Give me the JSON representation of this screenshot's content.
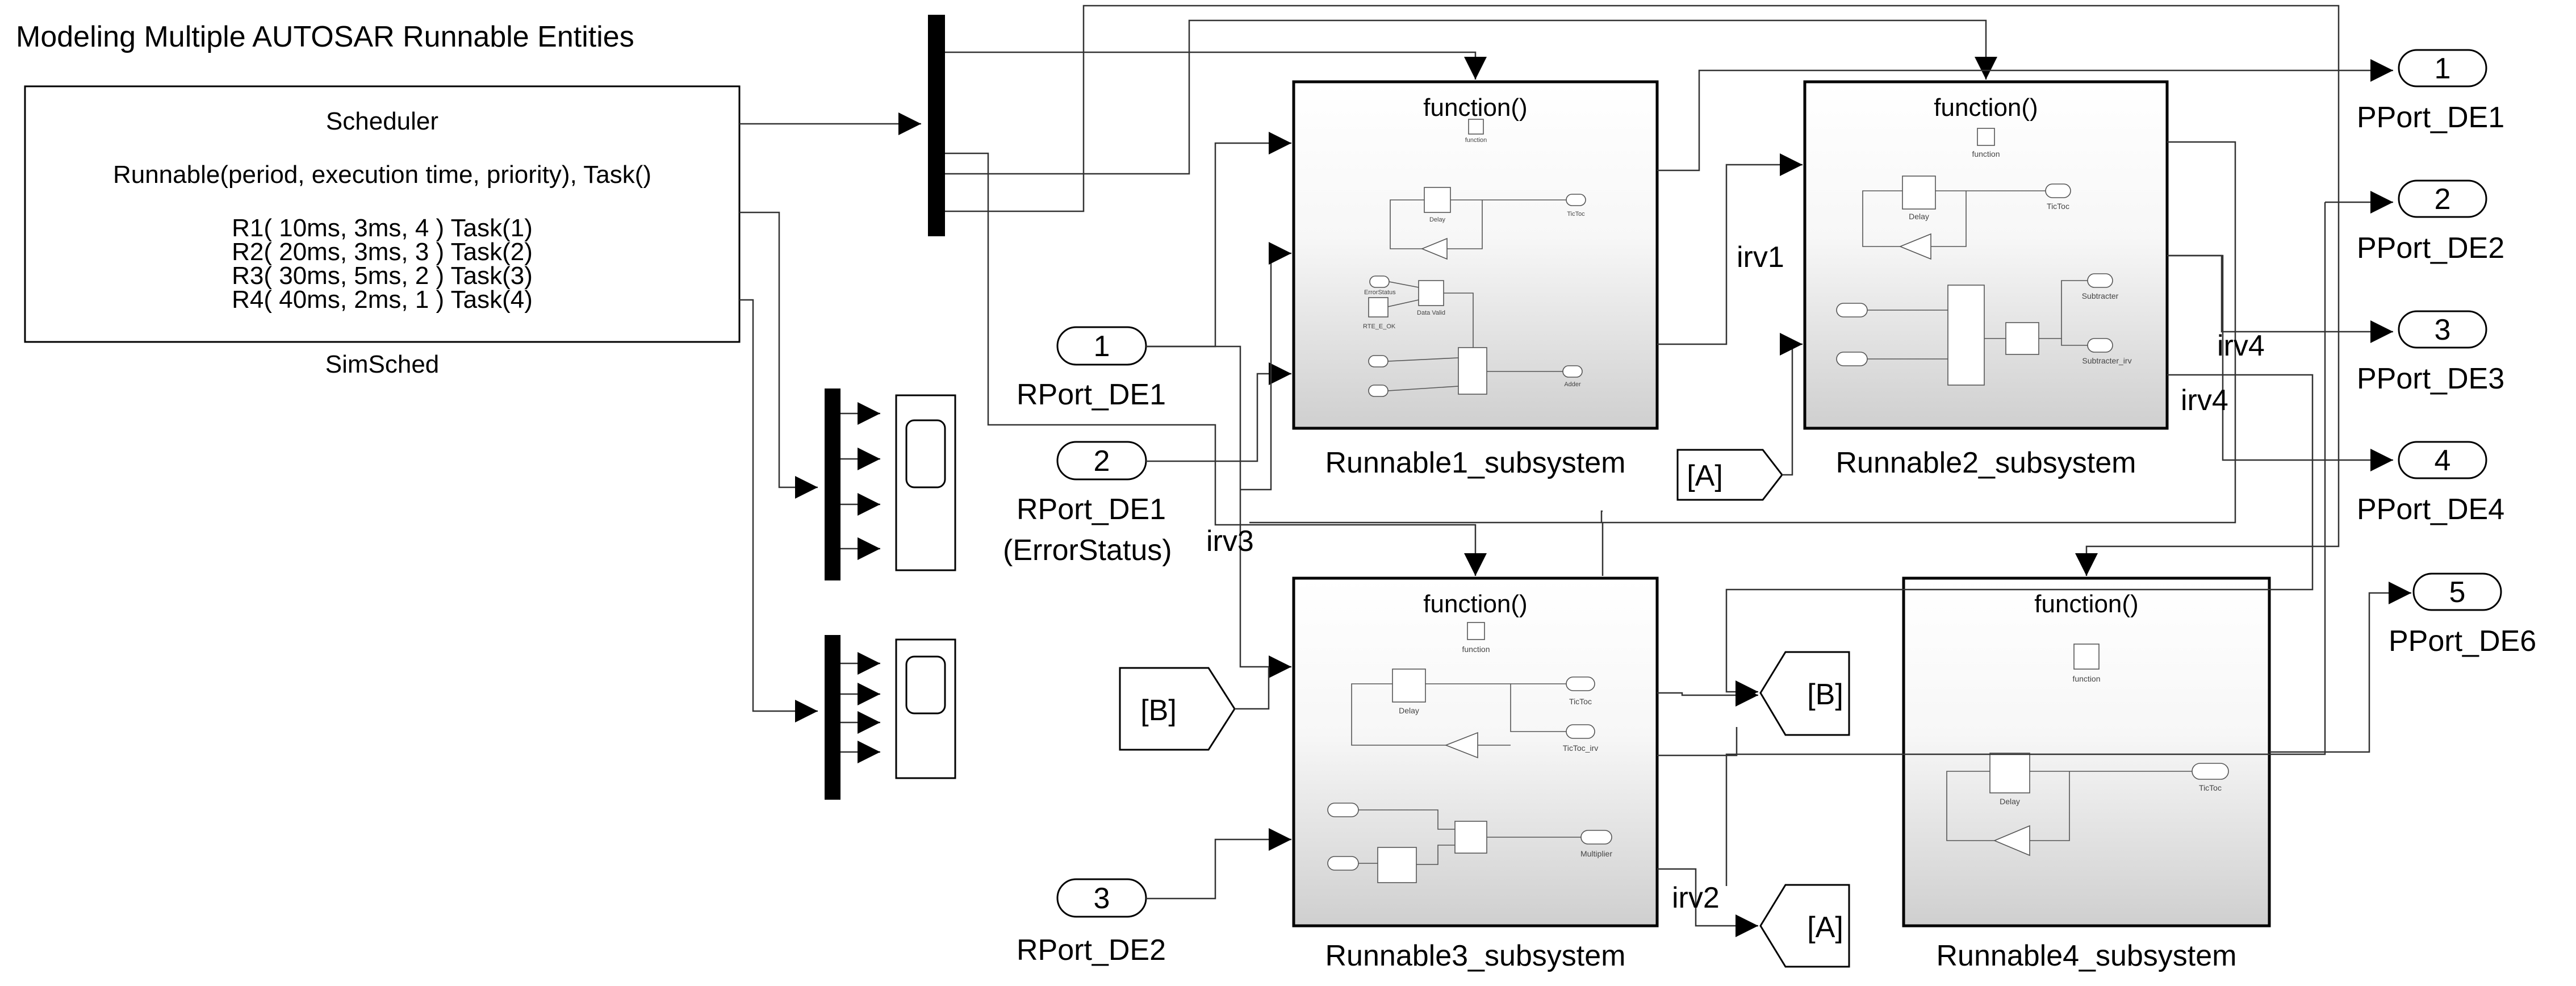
{
  "title": "Modeling Multiple AUTOSAR Runnable Entities",
  "scheduler": {
    "name": "SimSched",
    "heading": "Scheduler",
    "signature": "Runnable(period, execution time, priority), Task()",
    "runnables": [
      "R1( 10ms, 3ms, 4 ) Task(1)",
      "R2( 20ms, 3ms, 3 ) Task(2)",
      "R3( 30ms, 5ms, 2 ) Task(3)",
      "R4( 40ms, 2ms, 1 ) Task(4)"
    ]
  },
  "inports": [
    {
      "number": "1",
      "label": "RPort_DE1",
      "sublabel": ""
    },
    {
      "number": "2",
      "label": "RPort_DE1",
      "sublabel": "(ErrorStatus)"
    },
    {
      "number": "3",
      "label": "RPort_DE2",
      "sublabel": ""
    }
  ],
  "outports": [
    {
      "number": "1",
      "label": "PPort_DE1"
    },
    {
      "number": "2",
      "label": "PPort_DE2"
    },
    {
      "number": "3",
      "label": "PPort_DE3"
    },
    {
      "number": "4",
      "label": "PPort_DE4"
    },
    {
      "number": "5",
      "label": "PPort_DE6"
    }
  ],
  "goto_from": {
    "from_A": "[A]",
    "from_B": "[B]",
    "goto_B": "[B]",
    "goto_A": "[A]"
  },
  "signal_labels": {
    "irv1": "irv1",
    "irv2": "irv2",
    "irv3": "irv3",
    "irv4_a": "irv4",
    "irv4_b": "irv4"
  },
  "subsystems": [
    {
      "name": "Runnable1_subsystem",
      "trigger": "function()",
      "trigger_port": "function",
      "blocks": {
        "delay": "Delay",
        "out1": "TicToc",
        "in_err": "ErrorStatus",
        "const": "RTE_E_OK",
        "valid": "Data Valid",
        "out2": "Adder"
      }
    },
    {
      "name": "Runnable2_subsystem",
      "trigger": "function()",
      "trigger_port": "function",
      "blocks": {
        "delay": "Delay",
        "out1": "TicToc",
        "out2": "Subtracter",
        "out3": "Subtracter_irv"
      }
    },
    {
      "name": "Runnable3_subsystem",
      "trigger": "function()",
      "trigger_port": "function",
      "blocks": {
        "delay": "Delay",
        "out1": "TicToc",
        "out2": "TicToc_irv",
        "out3": "Multiplier"
      }
    },
    {
      "name": "Runnable4_subsystem",
      "trigger": "function()",
      "trigger_port": "function",
      "blocks": {
        "delay": "Delay",
        "out1": "TicToc"
      }
    }
  ]
}
